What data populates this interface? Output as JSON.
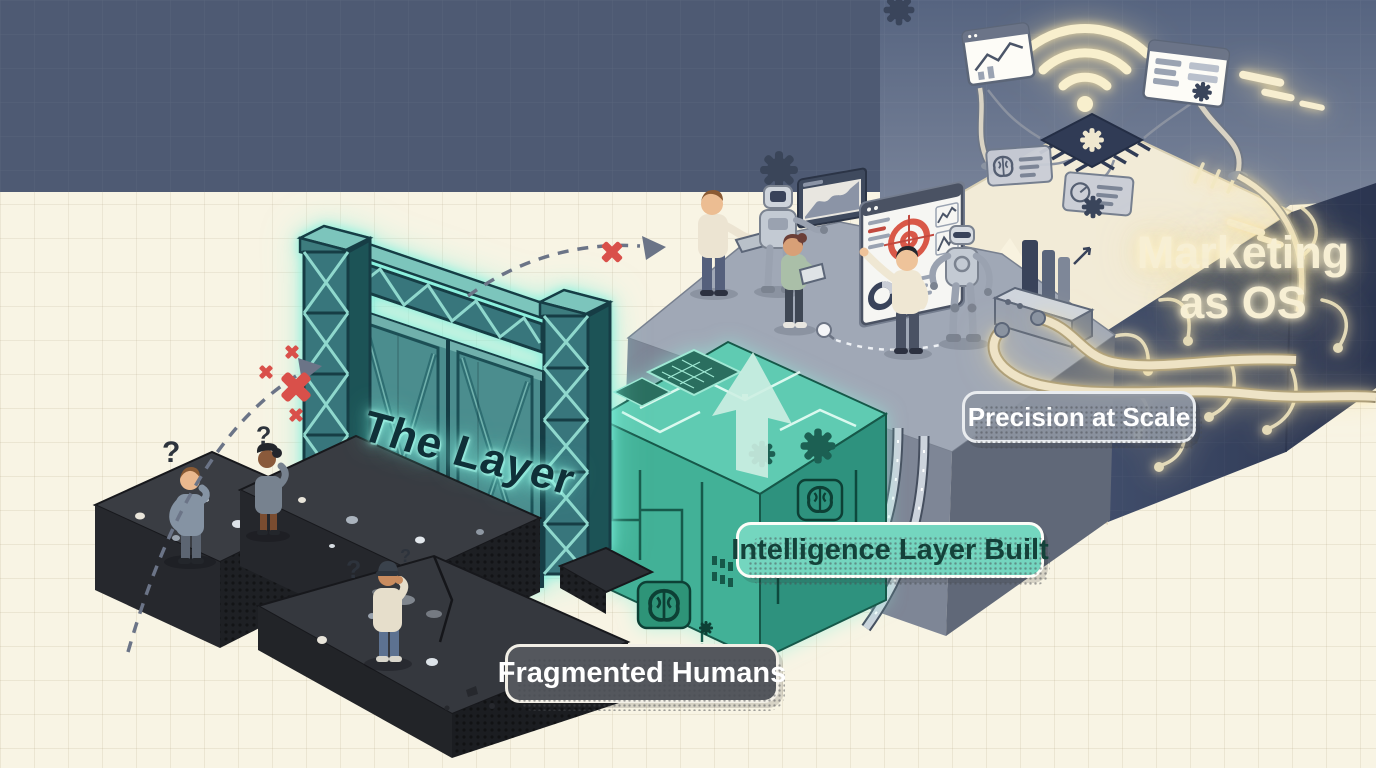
{
  "scene": {
    "title_gate": "The Layer",
    "stage_fragmented": "Fragmented Humans",
    "stage_intelligence": "Intelligence Layer Built",
    "stage_precision": "Precision at Scale",
    "stage_os_line1": "Marketing",
    "stage_os_line2": "as OS",
    "question_mark": "?"
  },
  "colors": {
    "background_cream": "#f8f4e4",
    "top_band_slate": "#4e5a73",
    "navy_panel": "#36415c",
    "ivory_platform": "#f2ebd7",
    "teal_block_top": "#5fcbb2",
    "teal_block_front": "#42b197",
    "teal_block_side": "#2d927e",
    "gate_teal": "#38767b",
    "gate_glow": "#7ef0dd",
    "gray_platform": "#a0a8b6",
    "dark_platform": "#26282d",
    "badge_dark": "#54575d",
    "badge_mint": "#74d6bf",
    "badge_gray": "#8d95a1",
    "red_x": "#d9504a",
    "warm_glow": "#f6ecc8"
  },
  "icons": [
    "wifi-icon",
    "cpu-chip-icon",
    "gear-icon",
    "brain-icon",
    "bullseye-icon",
    "line-chart-icon",
    "gauge-icon",
    "magnifier-icon",
    "up-arrow-icon",
    "question-mark",
    "blocked-x-icon",
    "arrowhead-icon"
  ]
}
